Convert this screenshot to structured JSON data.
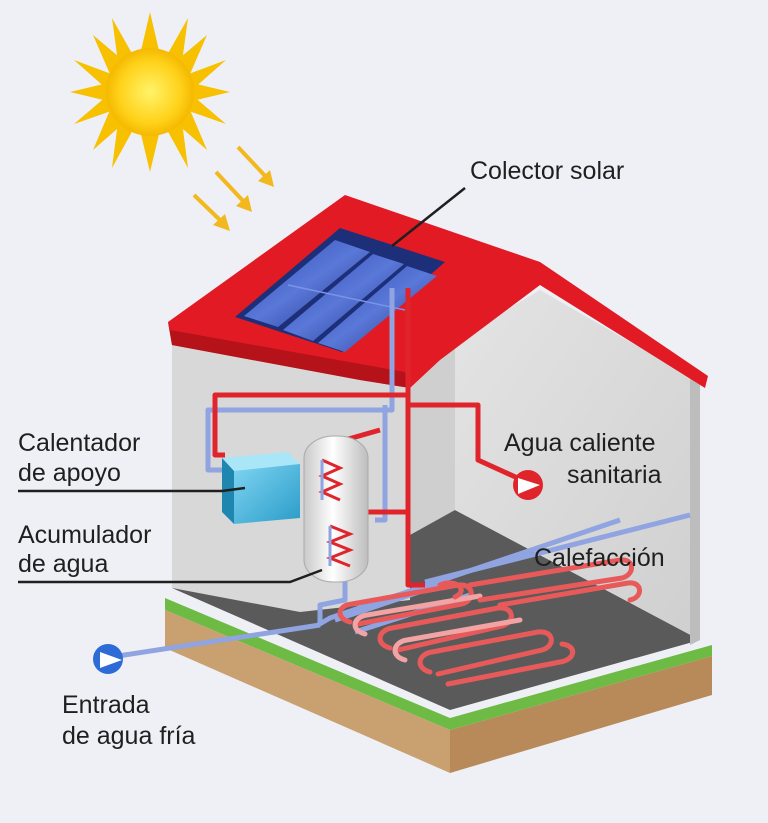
{
  "labels": {
    "colector": "Colector solar",
    "calentador_l1": "Calentador",
    "calentador_l2": "de apoyo",
    "acumulador_l1": "Acumulador",
    "acumulador_l2": "de agua",
    "agua_caliente_l1": "Agua caliente",
    "agua_caliente_l2": "sanitaria",
    "calefaccion": "Calefacción",
    "entrada_l1": "Entrada",
    "entrada_l2": "de agua fría"
  },
  "colors": {
    "background": "#eef0f6",
    "roof": "#e21a23",
    "wall": "#dcdcdc",
    "floor": "#585858",
    "ground": "#c9a47a",
    "grass": "#6dbb45",
    "hot_pipe": "#e0242b",
    "cold_pipe": "#8fa4e0",
    "panel": "#2a3f9a",
    "sun": "#f7c400"
  }
}
